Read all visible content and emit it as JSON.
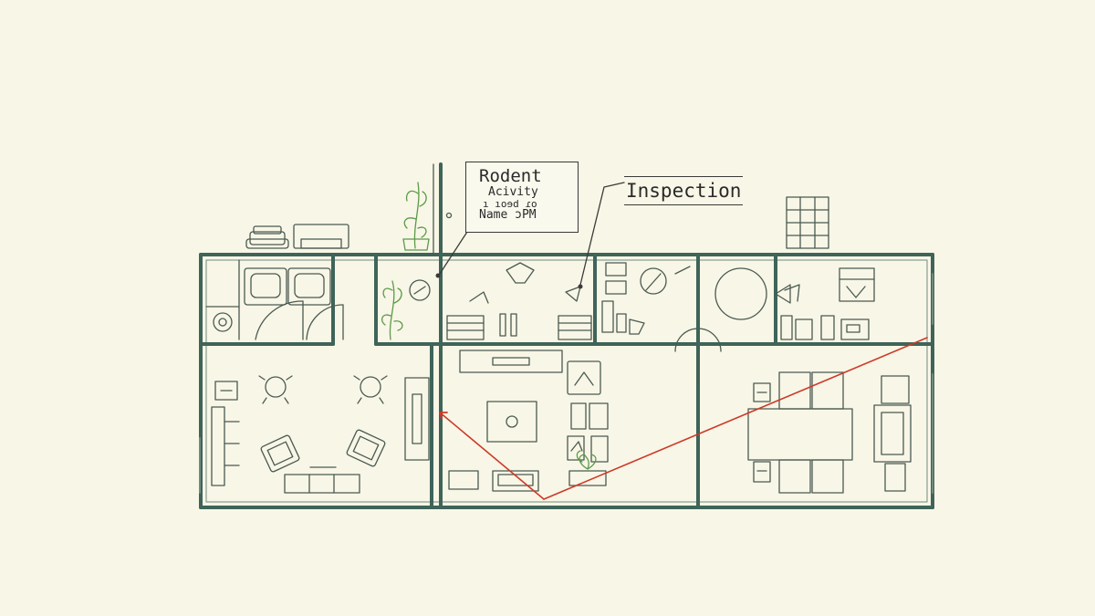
{
  "callouts": {
    "rodent_note": {
      "title": "Rodent",
      "lines": [
        "Acivity",
        "ı ıoɘd ɾo",
        "Name ɔPM"
      ]
    },
    "inspection": "Inspection"
  },
  "colors": {
    "background": "#f8f6e6",
    "wall": "#3f6459",
    "furniture_line": "#4a5a52",
    "plant": "#5c9a4a",
    "inspection_path": "#cc3a2a"
  },
  "icons": [
    "plant-icon",
    "sofa-icon",
    "armchair-icon",
    "window-icon",
    "round-table-icon",
    "dining-table-icon"
  ]
}
